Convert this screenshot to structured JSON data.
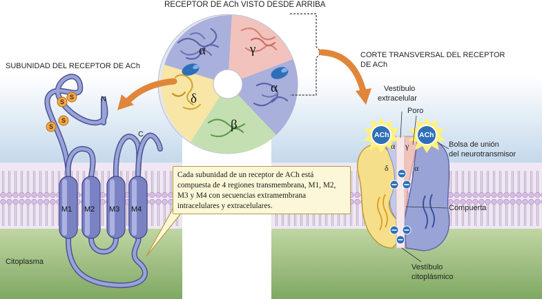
{
  "titles": {
    "top": "RECEPTOR DE ACh VISTO DESDE ARRIBA",
    "left": "SUBUNIDAD DEL RECEPTOR DE ACh",
    "right_line1": "CORTE TRANSVERSAL DEL RECEPTOR",
    "right_line2": "DE ACh"
  },
  "ring_subunits": [
    "α",
    "γ",
    "δ",
    "α",
    "β"
  ],
  "subunit_left": {
    "segments": [
      "M1",
      "M2",
      "M3",
      "M4"
    ],
    "n_label": "N",
    "c_label": "C",
    "s_label": "S",
    "cytoplasm": "Citoplasma"
  },
  "callout": "Cada subunidad de un receptor de ACh está compuesta de 4 regiones transmembrana, M1, M2, M3 y M4 con secuencias extramembrana intracelulares y extracelulares.",
  "cross_section": {
    "ach": "ACh",
    "vestibule_ext_1": "Vestíbulo",
    "vestibule_ext_2": "extracelular",
    "pore": "Poro",
    "binding_1": "Bolsa de unión",
    "binding_2": "del neurotransmisor",
    "gate": "Compuerta",
    "vestibule_cyt_1": "Vestíbulo",
    "vestibule_cyt_2": "citoplásmico",
    "alpha": "α",
    "gamma": "γ",
    "delta": "δ"
  },
  "colors": {
    "alpha": "#9aa3d6",
    "gamma": "#f0b5ae",
    "delta": "#f6df8a",
    "beta": "#b4d8a0",
    "membrane_head": "#c8a8d8",
    "cytoplasm": "#a8c58a",
    "extracellular": "#bdd5ea",
    "helix": "#7b82c4",
    "ach_circle": "#2f6fb8",
    "arrow": "#e0863a"
  }
}
